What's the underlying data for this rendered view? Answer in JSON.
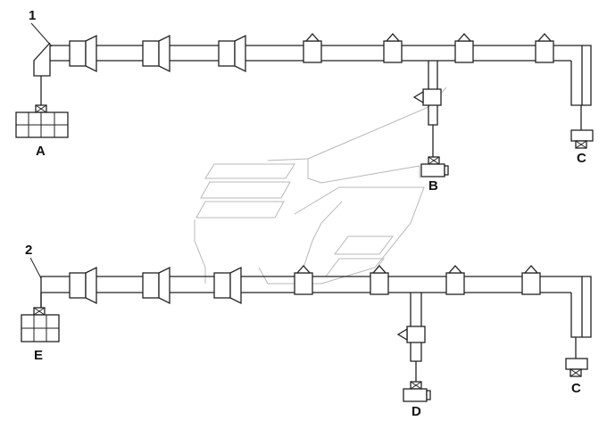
{
  "diagram": {
    "callouts": [
      "1",
      "2"
    ],
    "connectors": {
      "a": "A",
      "b": "B",
      "c1": "C",
      "c2": "C",
      "d": "D",
      "e": "E"
    }
  }
}
